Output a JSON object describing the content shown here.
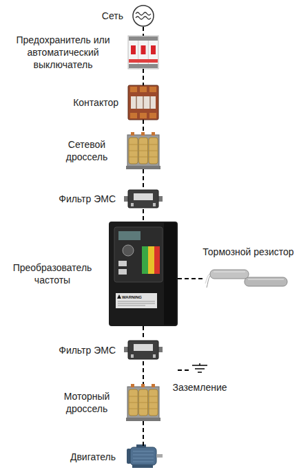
{
  "diagram": {
    "nodes": [
      {
        "text": [
          "Сеть"
        ]
      },
      {
        "text": [
          "Предохранитель или автоматический выключатель"
        ]
      },
      {
        "text": [
          "Контактор"
        ]
      },
      {
        "text": [
          "Сетевой дроссель"
        ]
      },
      {
        "text": [
          "Фильтр ЭМС"
        ]
      },
      {
        "text": [
          "Преобразователь частоты"
        ]
      },
      {
        "text": [
          "Тормозной резистор"
        ]
      },
      {
        "text": [
          "Фильтр ЭМС"
        ]
      },
      {
        "text": [
          "Заземление"
        ]
      },
      {
        "text": [
          "Моторный дроссель"
        ]
      },
      {
        "text": [
          "Двигатель"
        ]
      }
    ],
    "edges": [
      {
        "from": 0,
        "to": 1,
        "arrow": "none"
      },
      {
        "from": 1,
        "to": 2,
        "arrow": "none"
      },
      {
        "from": 2,
        "to": 3,
        "arrow": "none"
      },
      {
        "from": 3,
        "to": 4,
        "arrow": "none"
      },
      {
        "from": 4,
        "to": 5,
        "arrow": "none"
      },
      {
        "from": 5,
        "to": 6,
        "arrow": "none"
      },
      {
        "from": 5,
        "to": 7,
        "arrow": "none"
      },
      {
        "from": 7,
        "to": 9,
        "arrow": "none"
      },
      {
        "from": 9,
        "to": 10,
        "arrow": "none"
      },
      {
        "from": 5,
        "to": 8,
        "arrow": "none"
      }
    ],
    "labels": [
      "WARNING"
    ]
  }
}
